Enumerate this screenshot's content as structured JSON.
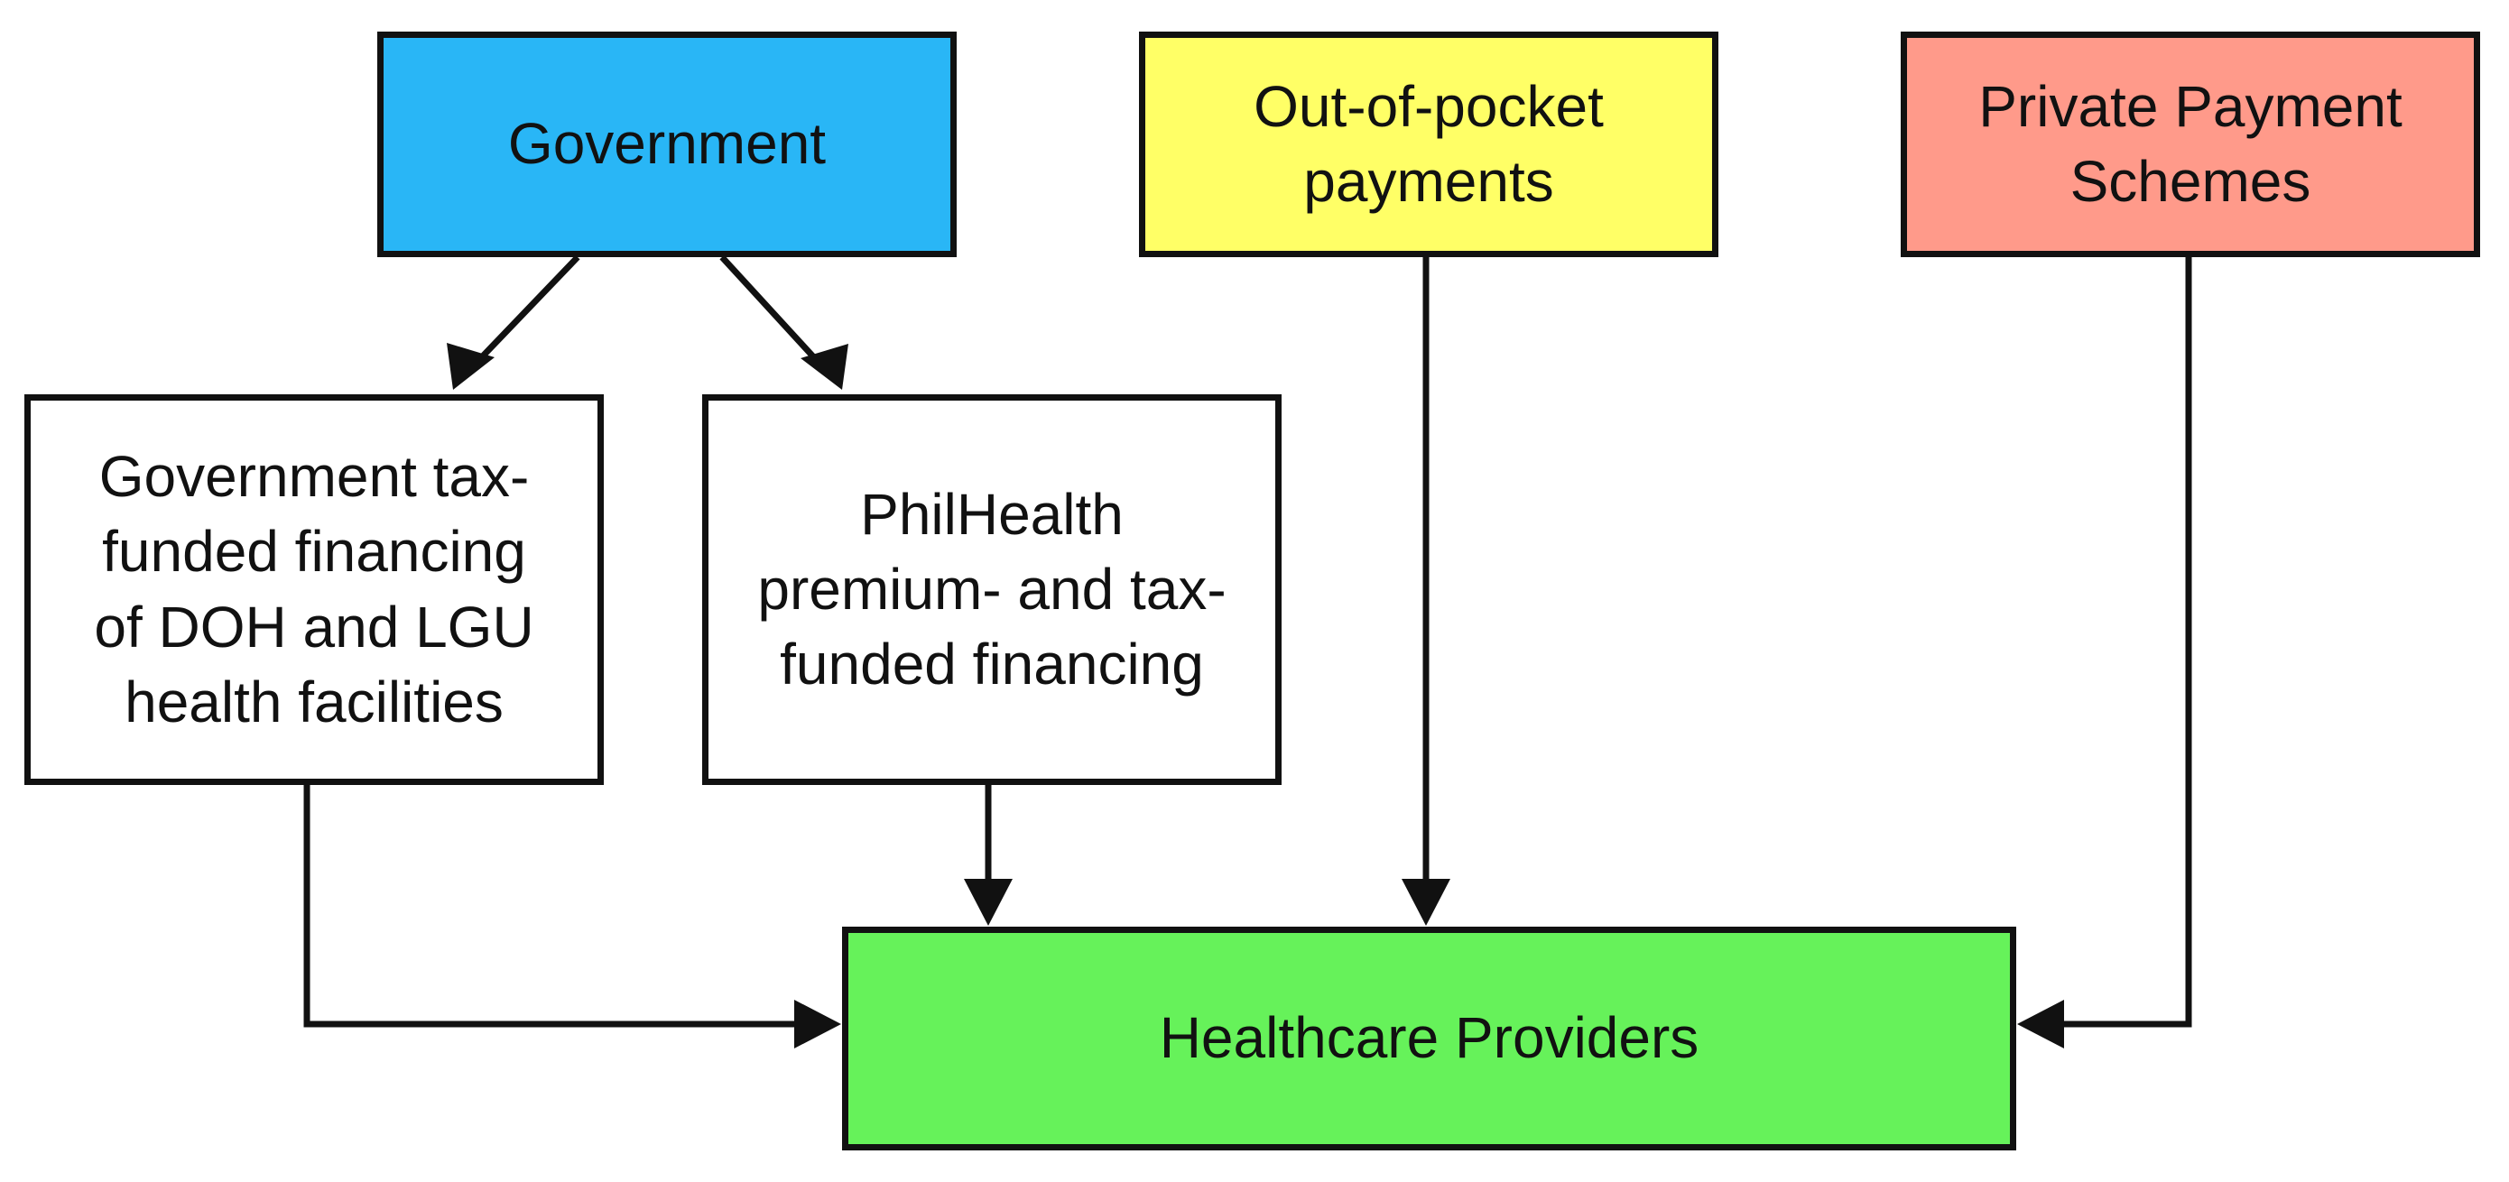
{
  "nodes": {
    "government": {
      "label": "Government",
      "color": "#29B6F6"
    },
    "out_of_pocket": {
      "label": "Out-of-pocket\npayments",
      "color": "#FFFF66"
    },
    "private": {
      "label": "Private Payment\nSchemes",
      "color": "#FF9A8A"
    },
    "tax_funded": {
      "label": "Government tax-\nfunded financing\nof DOH and LGU\nhealth facilities",
      "color": "#FFFFFF"
    },
    "philhealth": {
      "label": "PhilHealth\npremium- and tax-\nfunded financing",
      "color": "#FFFFFF"
    },
    "providers": {
      "label": "Healthcare Providers",
      "color": "#66F25A"
    }
  },
  "edges": [
    {
      "from": "government",
      "to": "tax_funded"
    },
    {
      "from": "government",
      "to": "philhealth"
    },
    {
      "from": "tax_funded",
      "to": "providers"
    },
    {
      "from": "philhealth",
      "to": "providers"
    },
    {
      "from": "out_of_pocket",
      "to": "providers"
    },
    {
      "from": "private",
      "to": "providers"
    }
  ]
}
